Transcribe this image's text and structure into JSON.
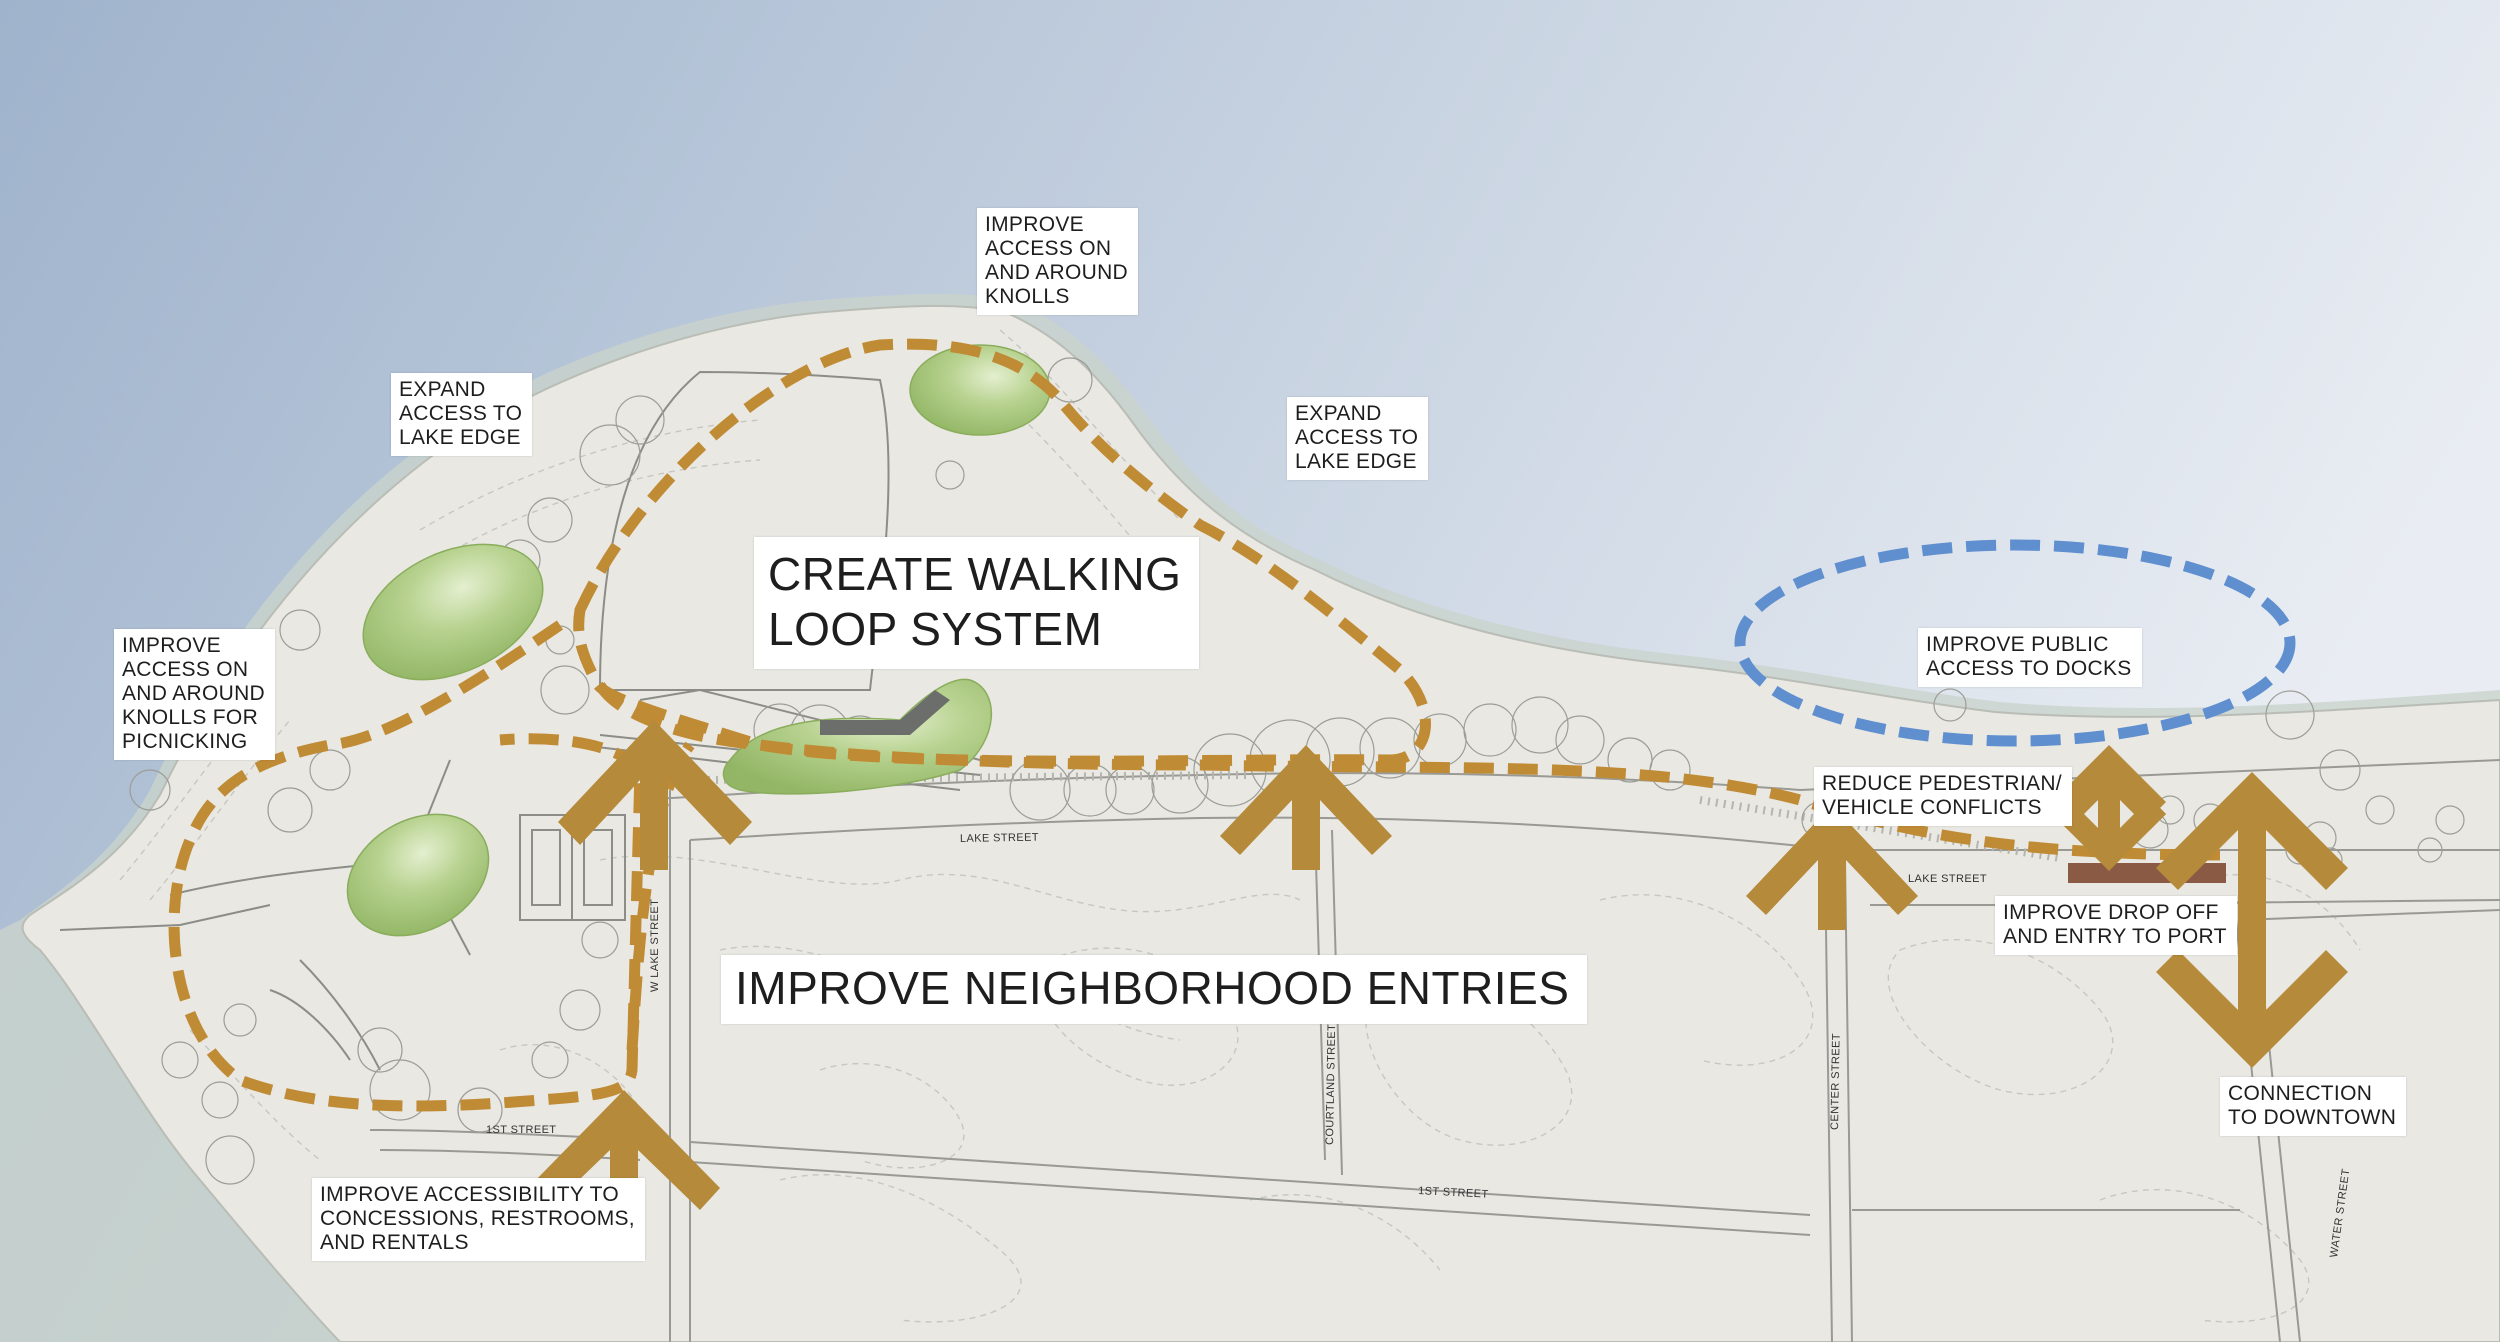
{
  "labels": {
    "knolls_top": [
      "IMPROVE",
      "ACCESS ON",
      "AND AROUND",
      "KNOLLS"
    ],
    "expand_left": [
      "EXPAND",
      "ACCESS TO",
      "LAKE EDGE"
    ],
    "expand_right": [
      "EXPAND",
      "ACCESS TO",
      "LAKE EDGE"
    ],
    "knolls_picnic": [
      "IMPROVE",
      "ACCESS ON",
      "AND AROUND",
      "KNOLLS FOR",
      "PICNICKING"
    ],
    "walking_loop": [
      "CREATE WALKING",
      "LOOP SYSTEM"
    ],
    "docks": [
      "IMPROVE PUBLIC",
      "ACCESS TO DOCKS"
    ],
    "pedestrian": [
      "REDUCE PEDESTRIAN/",
      "VEHICLE CONFLICTS"
    ],
    "dropoff": [
      "IMPROVE DROP OFF",
      "AND ENTRY TO PORT"
    ],
    "neighborhood": [
      "IMPROVE NEIGHBORHOOD ENTRIES"
    ],
    "downtown": [
      "CONNECTION",
      "TO DOWNTOWN"
    ],
    "concessions": [
      "IMPROVE ACCESSIBILITY TO",
      "CONCESSIONS, RESTROOMS,",
      "AND RENTALS"
    ]
  },
  "streets": {
    "lake_street_west": "LAKE STREET",
    "lake_street_east": "LAKE STREET",
    "w_lake_street": "W LAKE STREET",
    "courtland_street": "COURTLAND STREET",
    "center_street": "CENTER STREET",
    "water_street": "WATER STREET",
    "first_street_west": "1ST STREET",
    "first_street_mid": "1ST STREET"
  },
  "colors": {
    "water": "#aebfd3",
    "land": "#e9e8e3",
    "knoll": "#a6c77a",
    "loop": "#c08b35",
    "arrow": "#b58a3a",
    "docks": "#5f8fcf",
    "dropoff": "#8a5a44"
  }
}
